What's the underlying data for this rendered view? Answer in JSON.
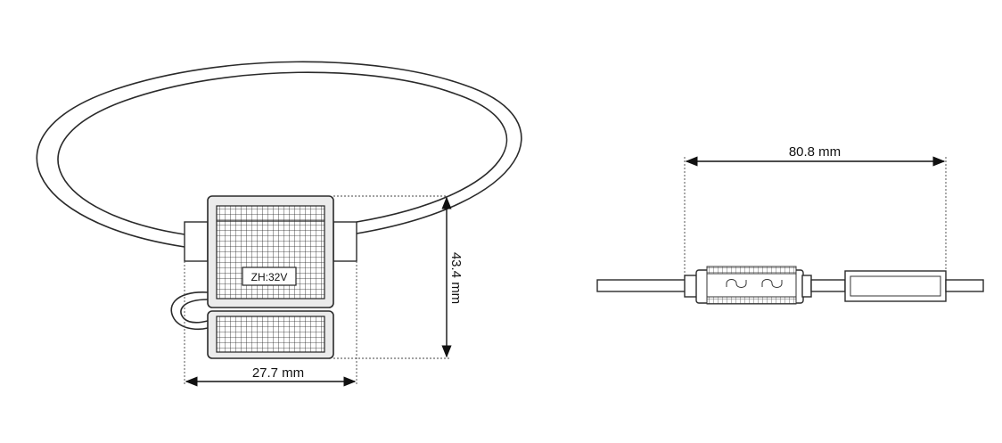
{
  "front_view": {
    "label": "ZH:32V",
    "width_dim": "27.7 mm",
    "height_dim": "43.4 mm"
  },
  "side_view": {
    "length_dim": "80.8 mm"
  }
}
